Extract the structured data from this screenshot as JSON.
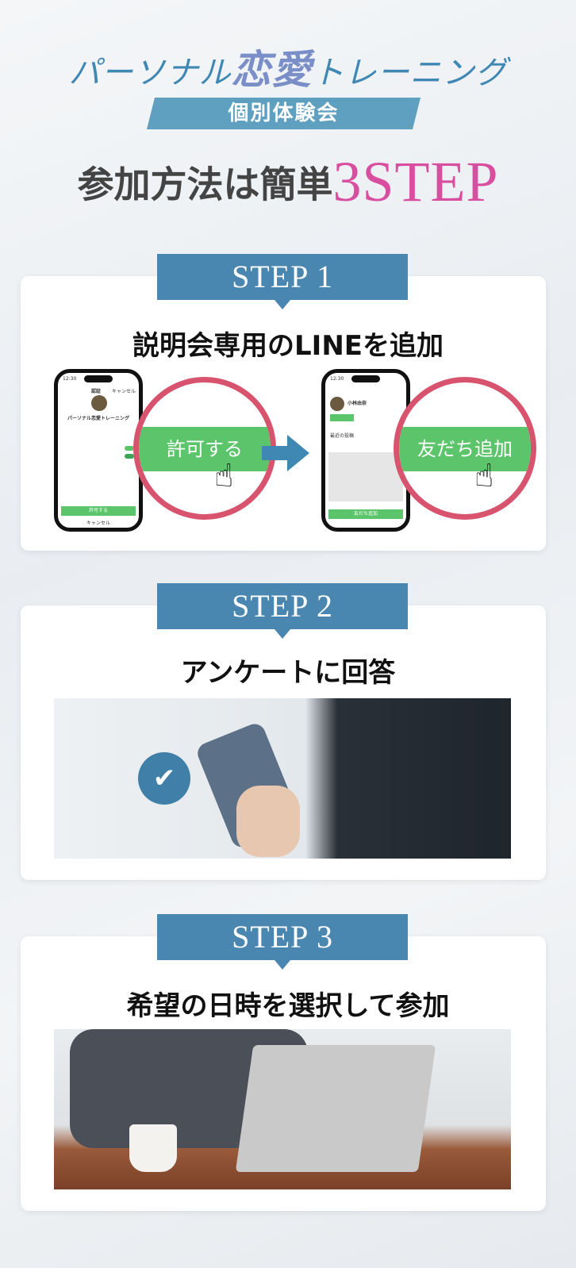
{
  "header": {
    "title_pre": "パーソナル",
    "title_love": "恋愛",
    "title_post": "トレーニング",
    "badge": "個別体験会",
    "headline": "参加方法は簡単",
    "headline_accent": "3STEP"
  },
  "steps": [
    {
      "label": "STEP 1",
      "title": "説明会専用のLINEを追加",
      "phone1": {
        "time": "12:30",
        "header": "認証",
        "cancel": "キャンセル",
        "account": "パーソナル恋愛トレーニング",
        "allow": "許可する",
        "cancel_bottom": "キャンセル"
      },
      "callout1": "許可する",
      "phone2": {
        "time": "12:30",
        "name": "小林由奈",
        "tab": "最近の投稿",
        "add": "友だち追加"
      },
      "callout2": "友だち追加"
    },
    {
      "label": "STEP 2",
      "title": "アンケートに回答"
    },
    {
      "label": "STEP 3",
      "title": "希望の日時を選択して参加"
    }
  ],
  "colors": {
    "blue": "#4a87b0",
    "pink": "#d94fa0",
    "green": "#5cc56b",
    "ring": "#d8546e"
  }
}
